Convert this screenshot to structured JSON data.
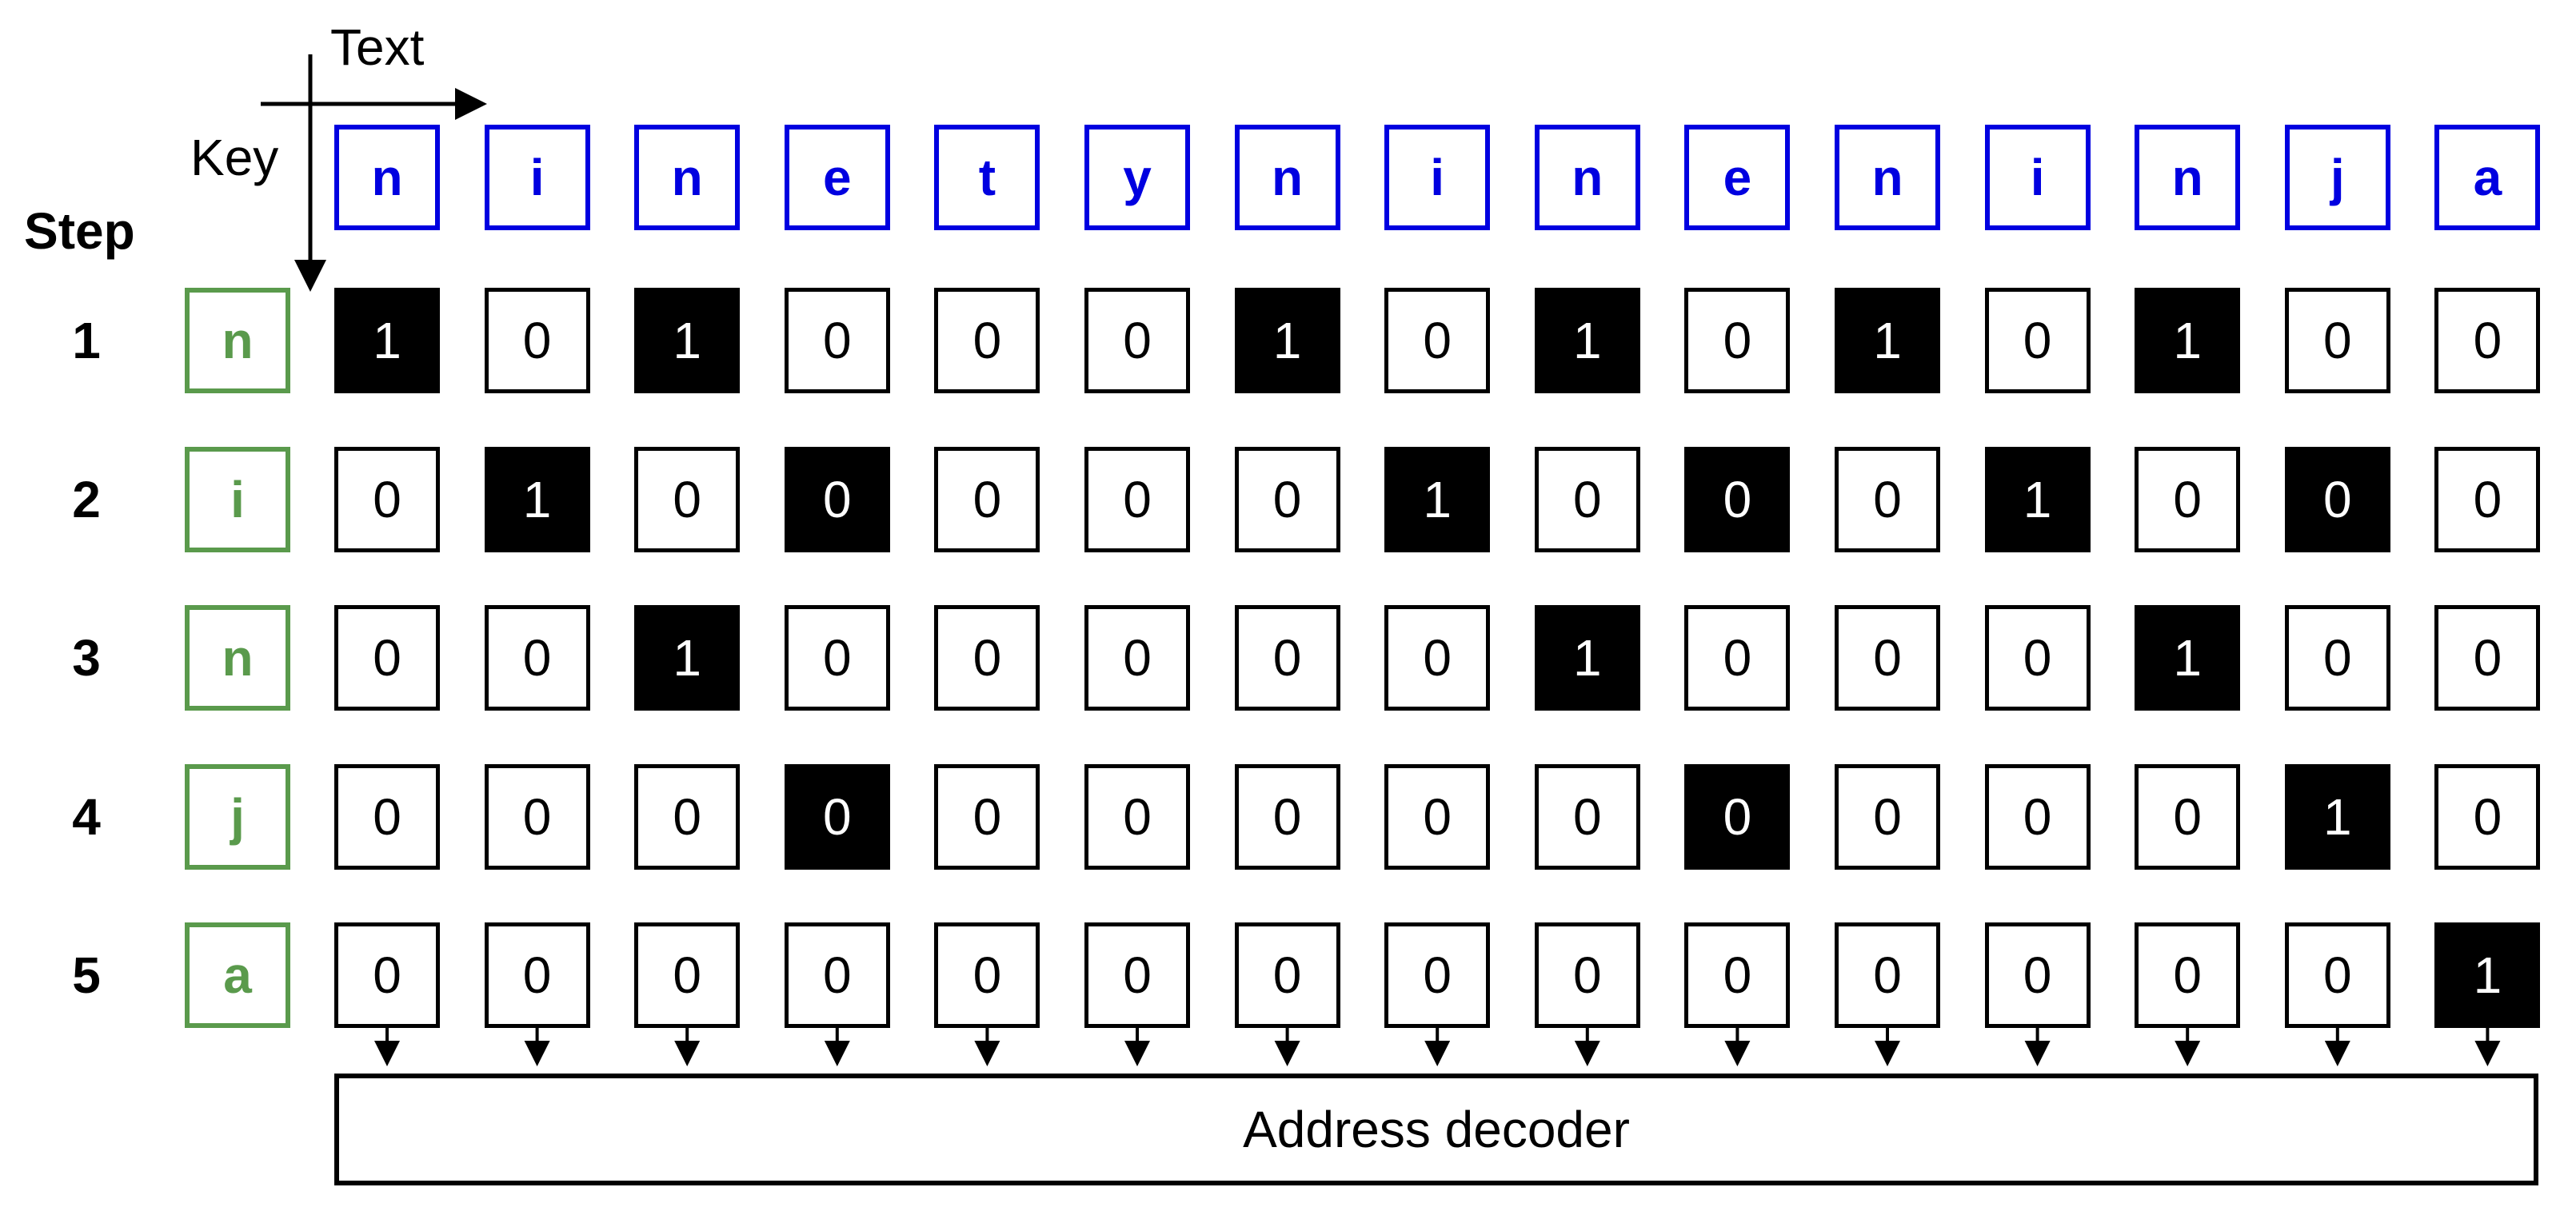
{
  "axis": {
    "text_label": "Text",
    "key_label": "Key",
    "step_label": "Step"
  },
  "text_chars": [
    "n",
    "i",
    "n",
    "e",
    "t",
    "y",
    "n",
    "i",
    "n",
    "e",
    "n",
    "i",
    "n",
    "j",
    "a"
  ],
  "rows": [
    {
      "step": "1",
      "key": "n",
      "values": [
        "1",
        "0",
        "1",
        "0",
        "0",
        "0",
        "1",
        "0",
        "1",
        "0",
        "1",
        "0",
        "1",
        "0",
        "0"
      ],
      "highlight": [
        true,
        false,
        true,
        false,
        false,
        false,
        true,
        false,
        true,
        false,
        true,
        false,
        true,
        false,
        false
      ]
    },
    {
      "step": "2",
      "key": "i",
      "values": [
        "0",
        "1",
        "0",
        "0",
        "0",
        "0",
        "0",
        "1",
        "0",
        "0",
        "0",
        "1",
        "0",
        "0",
        "0"
      ],
      "highlight": [
        false,
        true,
        false,
        true,
        false,
        false,
        false,
        true,
        false,
        true,
        false,
        true,
        false,
        true,
        false
      ]
    },
    {
      "step": "3",
      "key": "n",
      "values": [
        "0",
        "0",
        "1",
        "0",
        "0",
        "0",
        "0",
        "0",
        "1",
        "0",
        "0",
        "0",
        "1",
        "0",
        "0"
      ],
      "highlight": [
        false,
        false,
        true,
        false,
        false,
        false,
        false,
        false,
        true,
        false,
        false,
        false,
        true,
        false,
        false
      ]
    },
    {
      "step": "4",
      "key": "j",
      "values": [
        "0",
        "0",
        "0",
        "0",
        "0",
        "0",
        "0",
        "0",
        "0",
        "0",
        "0",
        "0",
        "0",
        "1",
        "0"
      ],
      "highlight": [
        false,
        false,
        false,
        true,
        false,
        false,
        false,
        false,
        false,
        true,
        false,
        false,
        false,
        true,
        false
      ]
    },
    {
      "step": "5",
      "key": "a",
      "values": [
        "0",
        "0",
        "0",
        "0",
        "0",
        "0",
        "0",
        "0",
        "0",
        "0",
        "0",
        "0",
        "0",
        "0",
        "1"
      ],
      "highlight": [
        false,
        false,
        false,
        false,
        false,
        false,
        false,
        false,
        false,
        false,
        false,
        false,
        false,
        false,
        true
      ]
    }
  ],
  "decoder_label": "Address decoder",
  "colors": {
    "text": "#0000e0",
    "key": "#5a9a4c",
    "match": "#000000",
    "cell_border": "#000000"
  }
}
